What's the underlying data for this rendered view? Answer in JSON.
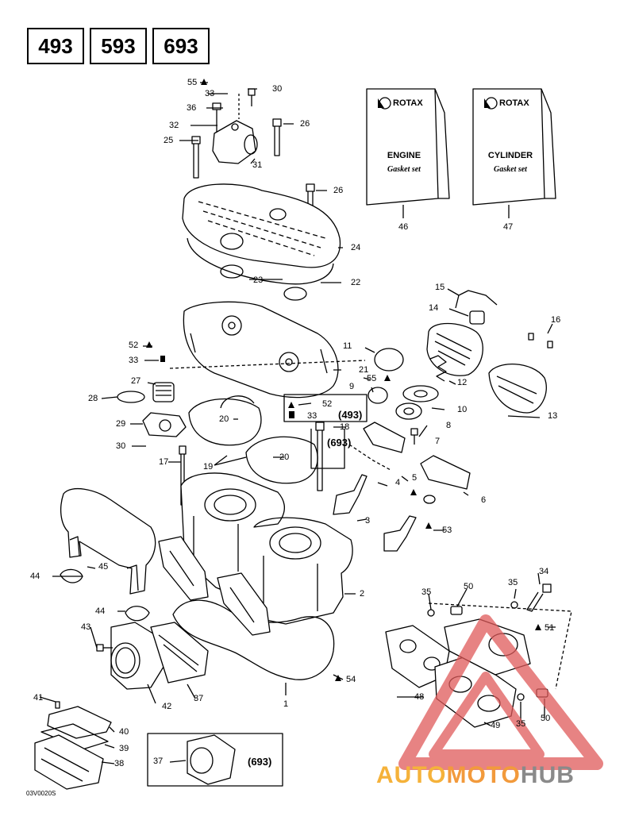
{
  "models": [
    "493",
    "593",
    "693"
  ],
  "manuals": [
    {
      "brand": "ROTAX",
      "title": "ENGINE",
      "subtitle": "Gasket set",
      "ref": "46"
    },
    {
      "brand": "ROTAX",
      "title": "CYLINDER",
      "subtitle": "Gasket set",
      "ref": "47"
    }
  ],
  "callouts": {
    "c55a": "55",
    "c33a": "33",
    "c30a": "30",
    "c36": "36",
    "c32": "32",
    "c26a": "26",
    "c25": "25",
    "c31": "31",
    "c26b": "26",
    "c24": "24",
    "c23": "23",
    "c22": "22",
    "c15": "15",
    "c14": "14",
    "c16": "16",
    "c52a": "52",
    "c33b": "33",
    "c11": "11",
    "c21": "21",
    "c12": "12",
    "c13": "13",
    "c27": "27",
    "c9": "9",
    "c55b": "55",
    "c28": "28",
    "c52b": "52",
    "c33c": "33",
    "c10": "10",
    "c20a": "20",
    "c29": "29",
    "c18": "18",
    "c8": "8",
    "c7": "7",
    "c30b": "30",
    "c20b": "20",
    "c17": "17",
    "c19": "19",
    "c5": "5",
    "c4": "4",
    "c6": "6",
    "c3": "3",
    "c53": "53",
    "c45": "45",
    "c44a": "44",
    "c2": "2",
    "c34": "34",
    "c35a": "35",
    "c50a": "50",
    "c35b": "35",
    "c44b": "44",
    "c51": "51",
    "c43": "43",
    "c54": "54",
    "c42": "42",
    "c37a": "37",
    "c1": "1",
    "c48": "48",
    "c49": "49",
    "c35c": "35",
    "c50b": "50",
    "c41": "41",
    "c40": "40",
    "c39": "39",
    "c38": "38",
    "c37b": "37"
  },
  "variant_labels": {
    "v493": "(493)",
    "v693a": "(693)",
    "v693b": "(693)"
  },
  "figure_code": "03V0020S",
  "watermark": {
    "part1": "AUTO",
    "part2": "MOTO",
    "part3": "HUB"
  }
}
